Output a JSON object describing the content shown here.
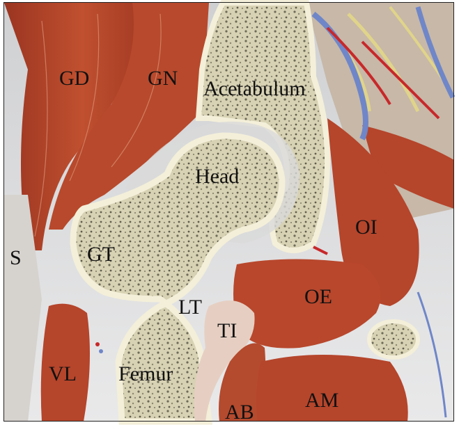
{
  "labels": {
    "gd": "GD",
    "gn": "GN",
    "acetabulum": "Acetabulum",
    "head": "Head",
    "oi": "OI",
    "s": "S",
    "gt": "GT",
    "lt": "LT",
    "oe": "OE",
    "ti": "TI",
    "vl": "VL",
    "femur": "Femur",
    "ab": "AB",
    "am": "AM"
  },
  "colors": {
    "muscle": "#b5452b",
    "muscle_dark": "#8f3020",
    "bone": "#e8e2c4",
    "bone_edge": "#f3efd9",
    "cartilage": "#d9d4c8",
    "tendon": "#e6cfc2",
    "nerve": "#e0d48a",
    "vein": "#6f86c8",
    "artery": "#c8282a",
    "background": "#ffffff"
  }
}
